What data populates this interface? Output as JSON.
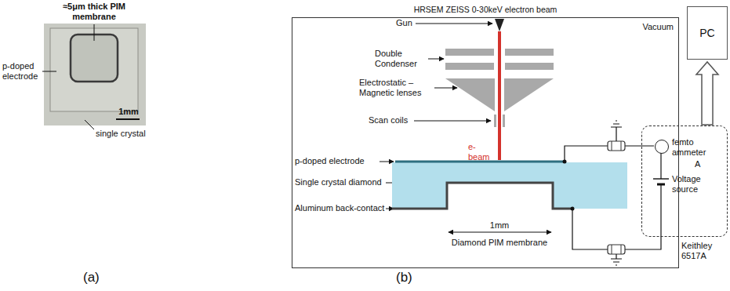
{
  "diagram": {
    "nodes": [
      {
        "text": [
          "Vacuum"
        ]
      },
      {
        "text": [
          "PC"
        ]
      },
      {
        "text": [
          "Keithley 6517A"
        ]
      },
      {
        "text": [
          "A"
        ],
        "in": 2
      }
    ],
    "edges": [
      {
        "from": 2,
        "to": 1,
        "arrow": "to"
      }
    ],
    "labels": [
      "≈5μm thick PIM membrane",
      "p-doped electrode",
      "1mm",
      "single crystal",
      "(a)",
      "HRSEM ZEISS 0-30keV electron beam",
      "Gun",
      "Double Condenser",
      "Electrostatic – Magnetic lenses",
      "Scan coils",
      "e-beam",
      "p-doped electrode",
      "Single crystal diamond",
      "Aluminum back-contact",
      "1mm",
      "Diamond PIM membrane",
      "femto ammeter",
      "Voltage source",
      "(b)"
    ]
  }
}
